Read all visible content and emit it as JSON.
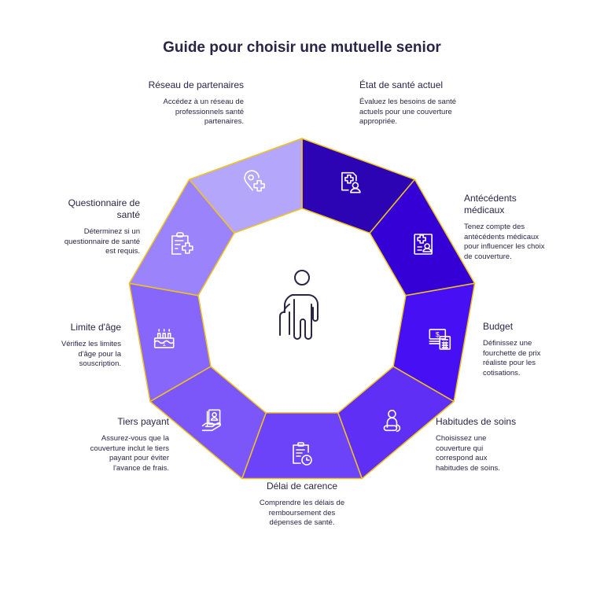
{
  "title": "Guide pour choisir une mutuelle senior",
  "colors": {
    "border": "#f2c31b",
    "text": "#2a2446",
    "center_icon": "#2a2446"
  },
  "center_icon": "elderly-person-with-cane-icon",
  "segments": [
    {
      "title": "État de santé actuel",
      "desc": "Évaluez les besoins de santé actuels pour une couverture appropriée.",
      "icon": "medical-document-person-icon",
      "color": "#2c04b4"
    },
    {
      "title": "Antécédents médicaux",
      "desc": "Tenez compte des antécédents médicaux pour influencer les choix de couverture.",
      "icon": "medical-record-icon",
      "color": "#3500d6"
    },
    {
      "title": "Budget",
      "desc": "Définissez une fourchette de prix réaliste pour les cotisations.",
      "icon": "money-calculator-icon",
      "color": "#4710f4"
    },
    {
      "title": "Habitudes de soins",
      "desc": "Choisissez une couverture qui correspond aux habitudes de soins.",
      "icon": "patient-care-icon",
      "color": "#5f2ff6"
    },
    {
      "title": "Délai de carence",
      "desc": "Comprendre les délais de remboursement des dépenses de santé.",
      "icon": "clipboard-clock-icon",
      "color": "#6c43f8"
    },
    {
      "title": "Tiers payant",
      "desc": "Assurez-vous que la couverture inclut le tiers payant pour éviter l'avance de frais.",
      "icon": "hand-card-icon",
      "color": "#7b57fa"
    },
    {
      "title": "Limite d'âge",
      "desc": "Vérifiez les limites d'âge pour la souscription.",
      "icon": "birthday-cake-icon",
      "color": "#8766fb"
    },
    {
      "title": "Questionnaire de santé",
      "desc": "Déterminez si un questionnaire de santé est requis.",
      "icon": "clipboard-plus-icon",
      "color": "#9b84fb"
    },
    {
      "title": "Réseau de partenaires",
      "desc": "Accédez à un réseau de professionnels santé partenaires.",
      "icon": "location-plus-icon",
      "color": "#b4a6fb"
    }
  ]
}
